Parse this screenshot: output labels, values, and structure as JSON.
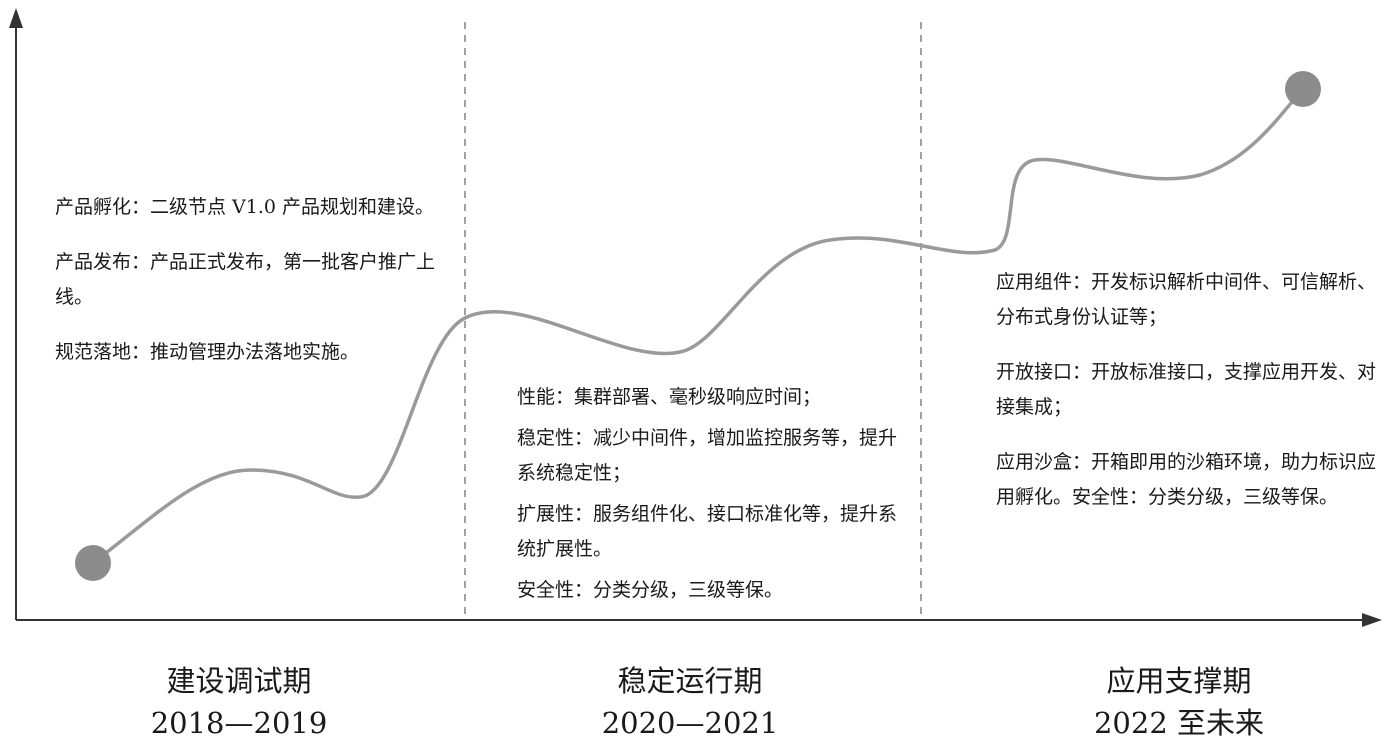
{
  "stages": [
    {
      "name": "建设调试期",
      "period": "2018—2019",
      "items": [
        "产品孵化：二级节点 V1.0 产品规划和建设。",
        "产品发布：产品正式发布，第一批客户推广上线。",
        "规范落地：推动管理办法落地实施。"
      ]
    },
    {
      "name": "稳定运行期",
      "period": "2020—2021",
      "items": [
        "性能：集群部署、毫秒级响应时间；",
        "稳定性：减少中间件，增加监控服务等，提升系统稳定性；",
        "扩展性：服务组件化、接口标准化等，提升系统扩展性。",
        "安全性：分类分级，三级等保。"
      ]
    },
    {
      "name": "应用支撑期",
      "period": "2022 至未来",
      "items": [
        "应用组件：开发标识解析中间件、可信解析、分布式身份认证等；",
        "开放接口：开放标准接口，支撑应用开发、对接集成；",
        "应用沙盒：开箱即用的沙箱环境，助力标识应用孵化。安全性：分类分级，三级等保。"
      ]
    }
  ],
  "colors": {
    "axis": "#333333",
    "curve": "#9a9a9a",
    "node": "#8c8c8c",
    "divider": "#8a8a8a"
  }
}
